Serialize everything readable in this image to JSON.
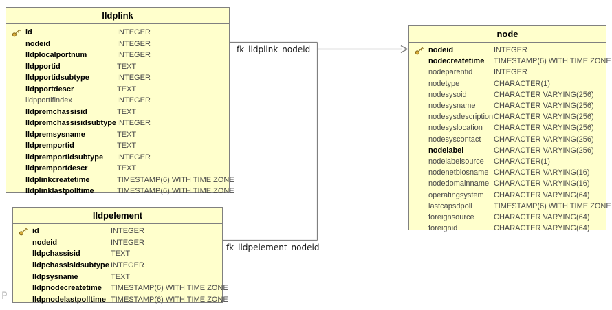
{
  "diagram": {
    "watermark": "P",
    "colors": {
      "table_fill": "#FFFFCC",
      "table_border": "#808080",
      "relationship_line": "#808080",
      "key_gold": "#DCAF3C",
      "bold_text": "#000000",
      "regular_text": "#4a4a4a"
    },
    "icons": {
      "primary_key": "key-icon"
    },
    "relationships": [
      {
        "label": "fk_lldplink_nodeid",
        "from": "lldplink.nodeid",
        "to": "node.nodeid"
      },
      {
        "label": "fk_lldpelement_nodeid",
        "from": "lldpelement.nodeid",
        "to": "node.nodeid"
      }
    ],
    "tables": [
      {
        "title": "lldplink",
        "columns": [
          {
            "name": "id",
            "type": "INTEGER",
            "key": true,
            "bold": true
          },
          {
            "name": "nodeid",
            "type": "INTEGER",
            "key": false,
            "bold": true
          },
          {
            "name": "lldplocalportnum",
            "type": "INTEGER",
            "key": false,
            "bold": true
          },
          {
            "name": "lldpportid",
            "type": "TEXT",
            "key": false,
            "bold": true
          },
          {
            "name": "lldpportidsubtype",
            "type": "INTEGER",
            "key": false,
            "bold": true
          },
          {
            "name": "lldpportdescr",
            "type": "TEXT",
            "key": false,
            "bold": true
          },
          {
            "name": "lldpportifindex",
            "type": "INTEGER",
            "key": false,
            "bold": false
          },
          {
            "name": "lldpremchassisid",
            "type": "TEXT",
            "key": false,
            "bold": true
          },
          {
            "name": "lldpremchassisidsubtype",
            "type": "INTEGER",
            "key": false,
            "bold": true
          },
          {
            "name": "lldpremsysname",
            "type": "TEXT",
            "key": false,
            "bold": true
          },
          {
            "name": "lldpremportid",
            "type": "TEXT",
            "key": false,
            "bold": true
          },
          {
            "name": "lldpremportidsubtype",
            "type": "INTEGER",
            "key": false,
            "bold": true
          },
          {
            "name": "lldpremportdescr",
            "type": "TEXT",
            "key": false,
            "bold": true
          },
          {
            "name": "lldplinkcreatetime",
            "type": "TIMESTAMP(6) WITH TIME ZONE",
            "key": false,
            "bold": true
          },
          {
            "name": "lldplinklastpolltime",
            "type": "TIMESTAMP(6) WITH TIME ZONE",
            "key": false,
            "bold": true
          }
        ]
      },
      {
        "title": "lldpelement",
        "columns": [
          {
            "name": "id",
            "type": "INTEGER",
            "key": true,
            "bold": true
          },
          {
            "name": "nodeid",
            "type": "INTEGER",
            "key": false,
            "bold": true
          },
          {
            "name": "lldpchassisid",
            "type": "TEXT",
            "key": false,
            "bold": true
          },
          {
            "name": "lldpchassisidsubtype",
            "type": "INTEGER",
            "key": false,
            "bold": true
          },
          {
            "name": "lldpsysname",
            "type": "TEXT",
            "key": false,
            "bold": true
          },
          {
            "name": "lldpnodecreatetime",
            "type": "TIMESTAMP(6) WITH TIME ZONE",
            "key": false,
            "bold": true
          },
          {
            "name": "lldpnodelastpolltime",
            "type": "TIMESTAMP(6) WITH TIME ZONE",
            "key": false,
            "bold": true
          }
        ]
      },
      {
        "title": "node",
        "columns": [
          {
            "name": "nodeid",
            "type": "INTEGER",
            "key": true,
            "bold": true
          },
          {
            "name": "nodecreatetime",
            "type": "TIMESTAMP(6) WITH TIME ZONE",
            "key": false,
            "bold": true
          },
          {
            "name": "nodeparentid",
            "type": "INTEGER",
            "key": false,
            "bold": false
          },
          {
            "name": "nodetype",
            "type": "CHARACTER(1)",
            "key": false,
            "bold": false
          },
          {
            "name": "nodesysoid",
            "type": "CHARACTER VARYING(256)",
            "key": false,
            "bold": false
          },
          {
            "name": "nodesysname",
            "type": "CHARACTER VARYING(256)",
            "key": false,
            "bold": false
          },
          {
            "name": "nodesysdescription",
            "type": "CHARACTER VARYING(256)",
            "key": false,
            "bold": false
          },
          {
            "name": "nodesyslocation",
            "type": "CHARACTER VARYING(256)",
            "key": false,
            "bold": false
          },
          {
            "name": "nodesyscontact",
            "type": "CHARACTER VARYING(256)",
            "key": false,
            "bold": false
          },
          {
            "name": "nodelabel",
            "type": "CHARACTER VARYING(256)",
            "key": false,
            "bold": true
          },
          {
            "name": "nodelabelsource",
            "type": "CHARACTER(1)",
            "key": false,
            "bold": false
          },
          {
            "name": "nodenetbiosname",
            "type": "CHARACTER VARYING(16)",
            "key": false,
            "bold": false
          },
          {
            "name": "nodedomainname",
            "type": "CHARACTER VARYING(16)",
            "key": false,
            "bold": false
          },
          {
            "name": "operatingsystem",
            "type": "CHARACTER VARYING(64)",
            "key": false,
            "bold": false
          },
          {
            "name": "lastcapsdpoll",
            "type": "TIMESTAMP(6) WITH TIME ZONE",
            "key": false,
            "bold": false
          },
          {
            "name": "foreignsource",
            "type": "CHARACTER VARYING(64)",
            "key": false,
            "bold": false
          },
          {
            "name": "foreignid",
            "type": "CHARACTER VARYING(64)",
            "key": false,
            "bold": false
          }
        ]
      }
    ]
  }
}
